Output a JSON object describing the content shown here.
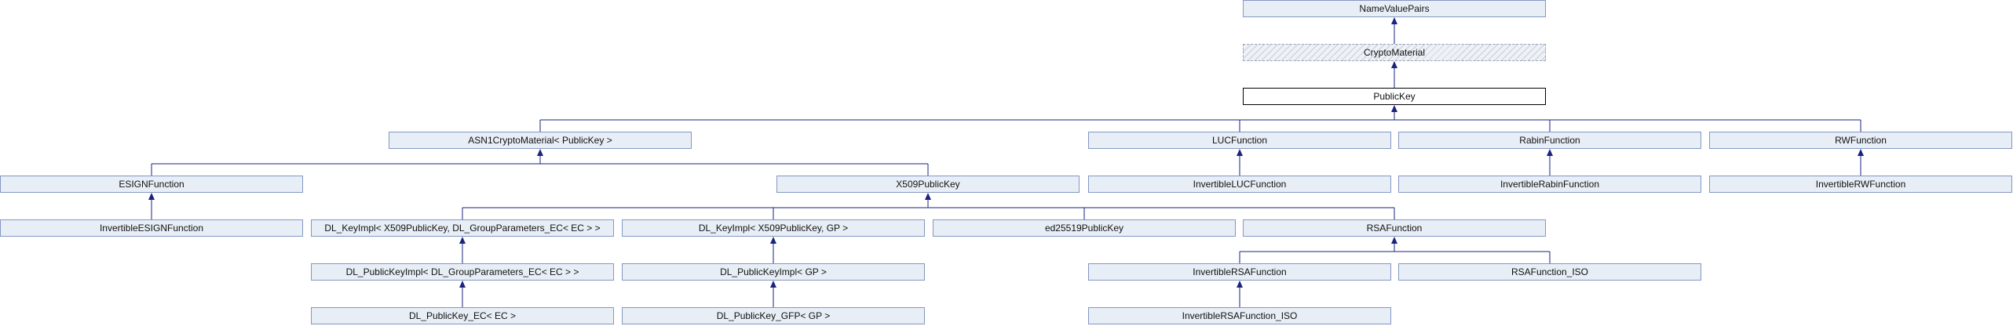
{
  "diagram": {
    "nodes": {
      "namevaluepairs": "NameValuePairs",
      "cryptomaterial": "CryptoMaterial",
      "publickey": "PublicKey",
      "asn1cryptomaterial": "ASN1CryptoMaterial< PublicKey >",
      "lucfunction": "LUCFunction",
      "rabinfunction": "RabinFunction",
      "rwfunction": "RWFunction",
      "esignfunction": "ESIGNFunction",
      "x509publickey": "X509PublicKey",
      "invertiblelucfunction": "InvertibleLUCFunction",
      "invertiblerabinfunction": "InvertibleRabinFunction",
      "invertiblerwfunction": "InvertibleRWFunction",
      "invertibleesignfunction": "InvertibleESIGNFunction",
      "dl_keyimpl_ec": "DL_KeyImpl< X509PublicKey, DL_GroupParameters_EC< EC > >",
      "dl_keyimpl_gp": "DL_KeyImpl< X509PublicKey, GP >",
      "ed25519publickey": "ed25519PublicKey",
      "rsafunction": "RSAFunction",
      "dl_publickeyimpl_ec": "DL_PublicKeyImpl< DL_GroupParameters_EC< EC > >",
      "dl_publickeyimpl_gp": "DL_PublicKeyImpl< GP >",
      "invertiblersafunction": "InvertibleRSAFunction",
      "rsafunction_iso": "RSAFunction_ISO",
      "dl_publickey_ec": "DL_PublicKey_EC< EC >",
      "dl_publickey_gfp": "DL_PublicKey_GFP< GP >",
      "invertiblersafunction_iso": "InvertibleRSAFunction_ISO"
    }
  },
  "colors": {
    "node_fill": "#e8eef6",
    "node_border": "#8497c4",
    "edge": "#1a237e",
    "current_border": "#000000"
  }
}
